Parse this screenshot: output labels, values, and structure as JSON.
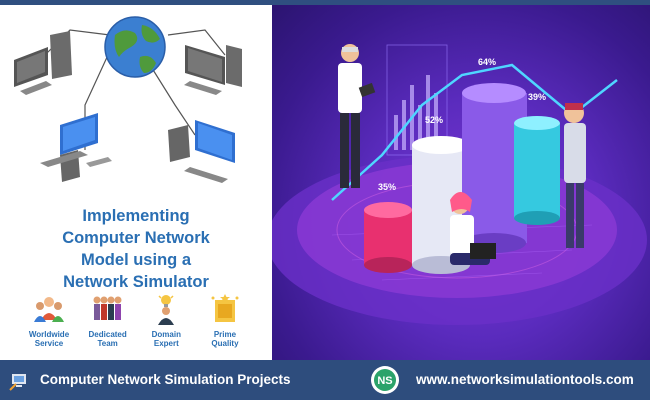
{
  "headline": {
    "lines": [
      "Implementing",
      "Computer Network",
      "Model using a",
      "Network Simulator"
    ]
  },
  "features": [
    {
      "name": "worldwide-service",
      "line1": "Worldwide",
      "line2": "Service"
    },
    {
      "name": "dedicated-team",
      "line1": "Dedicated",
      "line2": "Team"
    },
    {
      "name": "domain-expert",
      "line1": "Domain",
      "line2": "Expert"
    },
    {
      "name": "prime-quality",
      "line1": "Prime",
      "line2": "Quality"
    }
  ],
  "chart_labels": [
    "35%",
    "52%",
    "64%",
    "39%"
  ],
  "footer": {
    "title": "Computer Network Simulation Projects",
    "logo_text": "NS",
    "url": "www.networksimulationtools.com"
  },
  "colors": {
    "headline_blue": "#2a6fb3",
    "footer_navy": "#2e4d7d",
    "purple_bg": "#5a2bbd",
    "pink_cylinder": "#e8306f",
    "violet_cylinder": "#8a5ae8",
    "cyan_cylinder": "#35c9e0"
  }
}
